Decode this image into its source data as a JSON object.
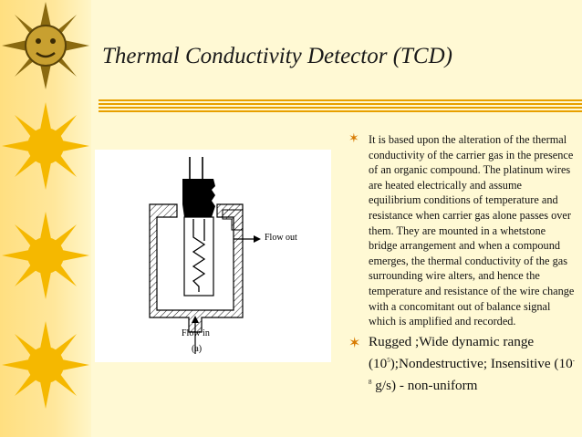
{
  "slide": {
    "title": "Thermal Conductivity Detector (TCD)",
    "figure": {
      "flow_out_label": "Flow out",
      "flow_in_label": "Flow in",
      "caption": "(a)"
    },
    "bullets": [
      {
        "text": "It is based upon the alteration of the thermal conductivity of the carrier gas in the presence of an organic compound. The platinum wires are heated electrically and assume equilibrium conditions of temperature and resistance when carrier gas alone passes over them. They are mounted in a whetstone bridge arrangement and when a compound emerges, the thermal conductivity of the gas surrounding wire alters, and hence the temperature and resistance of the wire change with a concomitant out of balance signal which is amplified and recorded."
      },
      {
        "part1": "Rugged ;Wide dynamic range (10",
        "sup1": "5",
        "part2": ");Nondestructive; Insensitive (10",
        "sup2": "-8",
        "part3": " g/s) - non-uniform"
      }
    ],
    "colors": {
      "background": "#fff9d4",
      "sun": "#f5b800",
      "bullet_mark": "#d87a00",
      "rule": "#e8a000"
    },
    "icons": [
      "sun-face-icon",
      "sun-icon",
      "star-bullet-icon"
    ]
  }
}
